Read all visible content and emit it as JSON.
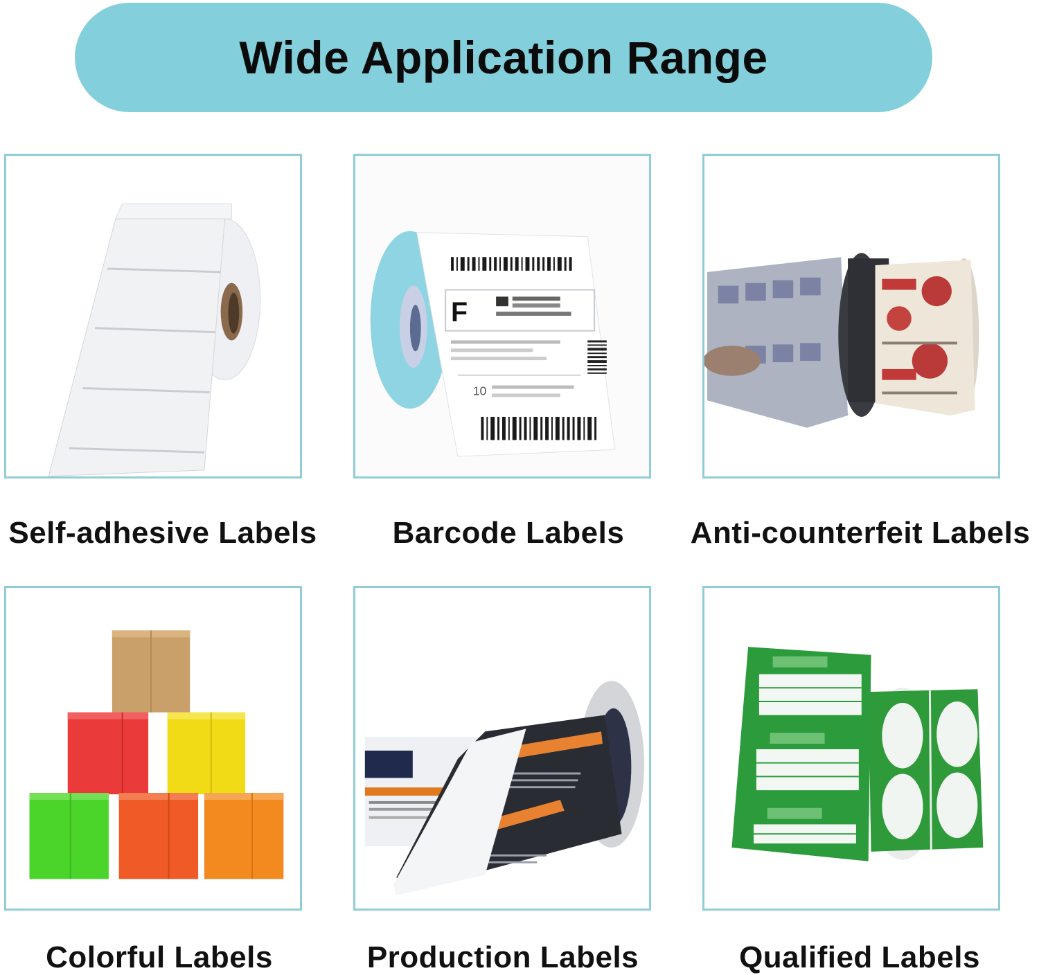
{
  "banner": {
    "title": "Wide Application Range",
    "color": "#83cfdb"
  },
  "products": [
    {
      "label": "Self-adhesive Labels"
    },
    {
      "label": "Barcode Labels"
    },
    {
      "label": "Anti-counterfeit Labels"
    },
    {
      "label": "Colorful Labels"
    },
    {
      "label": "Production Labels"
    },
    {
      "label": "Qualified Labels"
    }
  ],
  "border_color": "#90cdd6",
  "barcode_image": {
    "big_letter": "F",
    "small_text": "10"
  }
}
